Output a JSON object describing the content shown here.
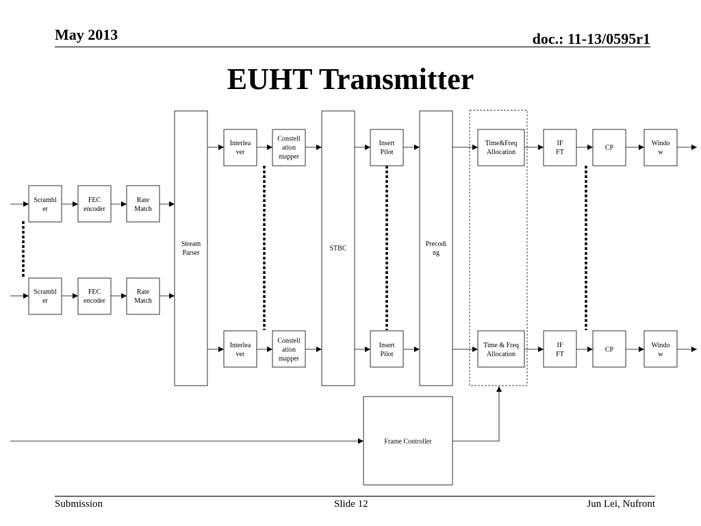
{
  "header": {
    "date": "May 2013",
    "doc": "doc.:  11-13/0595r1"
  },
  "title": "EUHT Transmitter",
  "footer": {
    "left": "Submission",
    "center": "Slide 12",
    "right": "Jun Lei, Nufront"
  },
  "blocks": {
    "scrambler_1": [
      "Scrambl",
      "er"
    ],
    "fec_1": [
      "FEC",
      "encoder"
    ],
    "rate_1": [
      "Rate",
      "Match"
    ],
    "scrambler_2": [
      "Scrambl",
      "er"
    ],
    "fec_2": [
      "FEC",
      "encoder"
    ],
    "rate_2": [
      "Rate",
      "Match"
    ],
    "stream_parser": [
      "Stream",
      "Parser"
    ],
    "interleaver_1": [
      "Interlea",
      "ver"
    ],
    "interleaver_2": [
      "Interlea",
      "ver"
    ],
    "constellation_1": [
      "Constell",
      "ation",
      "mapper"
    ],
    "constellation_2": [
      "Constell",
      "ation",
      "mapper"
    ],
    "stbc": [
      "STBC"
    ],
    "pilot_1": [
      "Insert",
      "Pilot"
    ],
    "pilot_2": [
      "Insert",
      "Pilot"
    ],
    "precoding": [
      "Precodi",
      "ng"
    ],
    "tf_alloc_1": [
      "Time&Freq",
      "Allocation"
    ],
    "tf_alloc_2": [
      "Time & Freq",
      "Allocation"
    ],
    "ifft_1": [
      "IF",
      "FT"
    ],
    "ifft_2": [
      "IF",
      "FT"
    ],
    "cp_1": [
      "CP"
    ],
    "cp_2": [
      "CP"
    ],
    "window_1": [
      "Windo",
      "w"
    ],
    "window_2": [
      "Windo",
      "w"
    ],
    "frame_controller": [
      "Frame Controller"
    ]
  }
}
